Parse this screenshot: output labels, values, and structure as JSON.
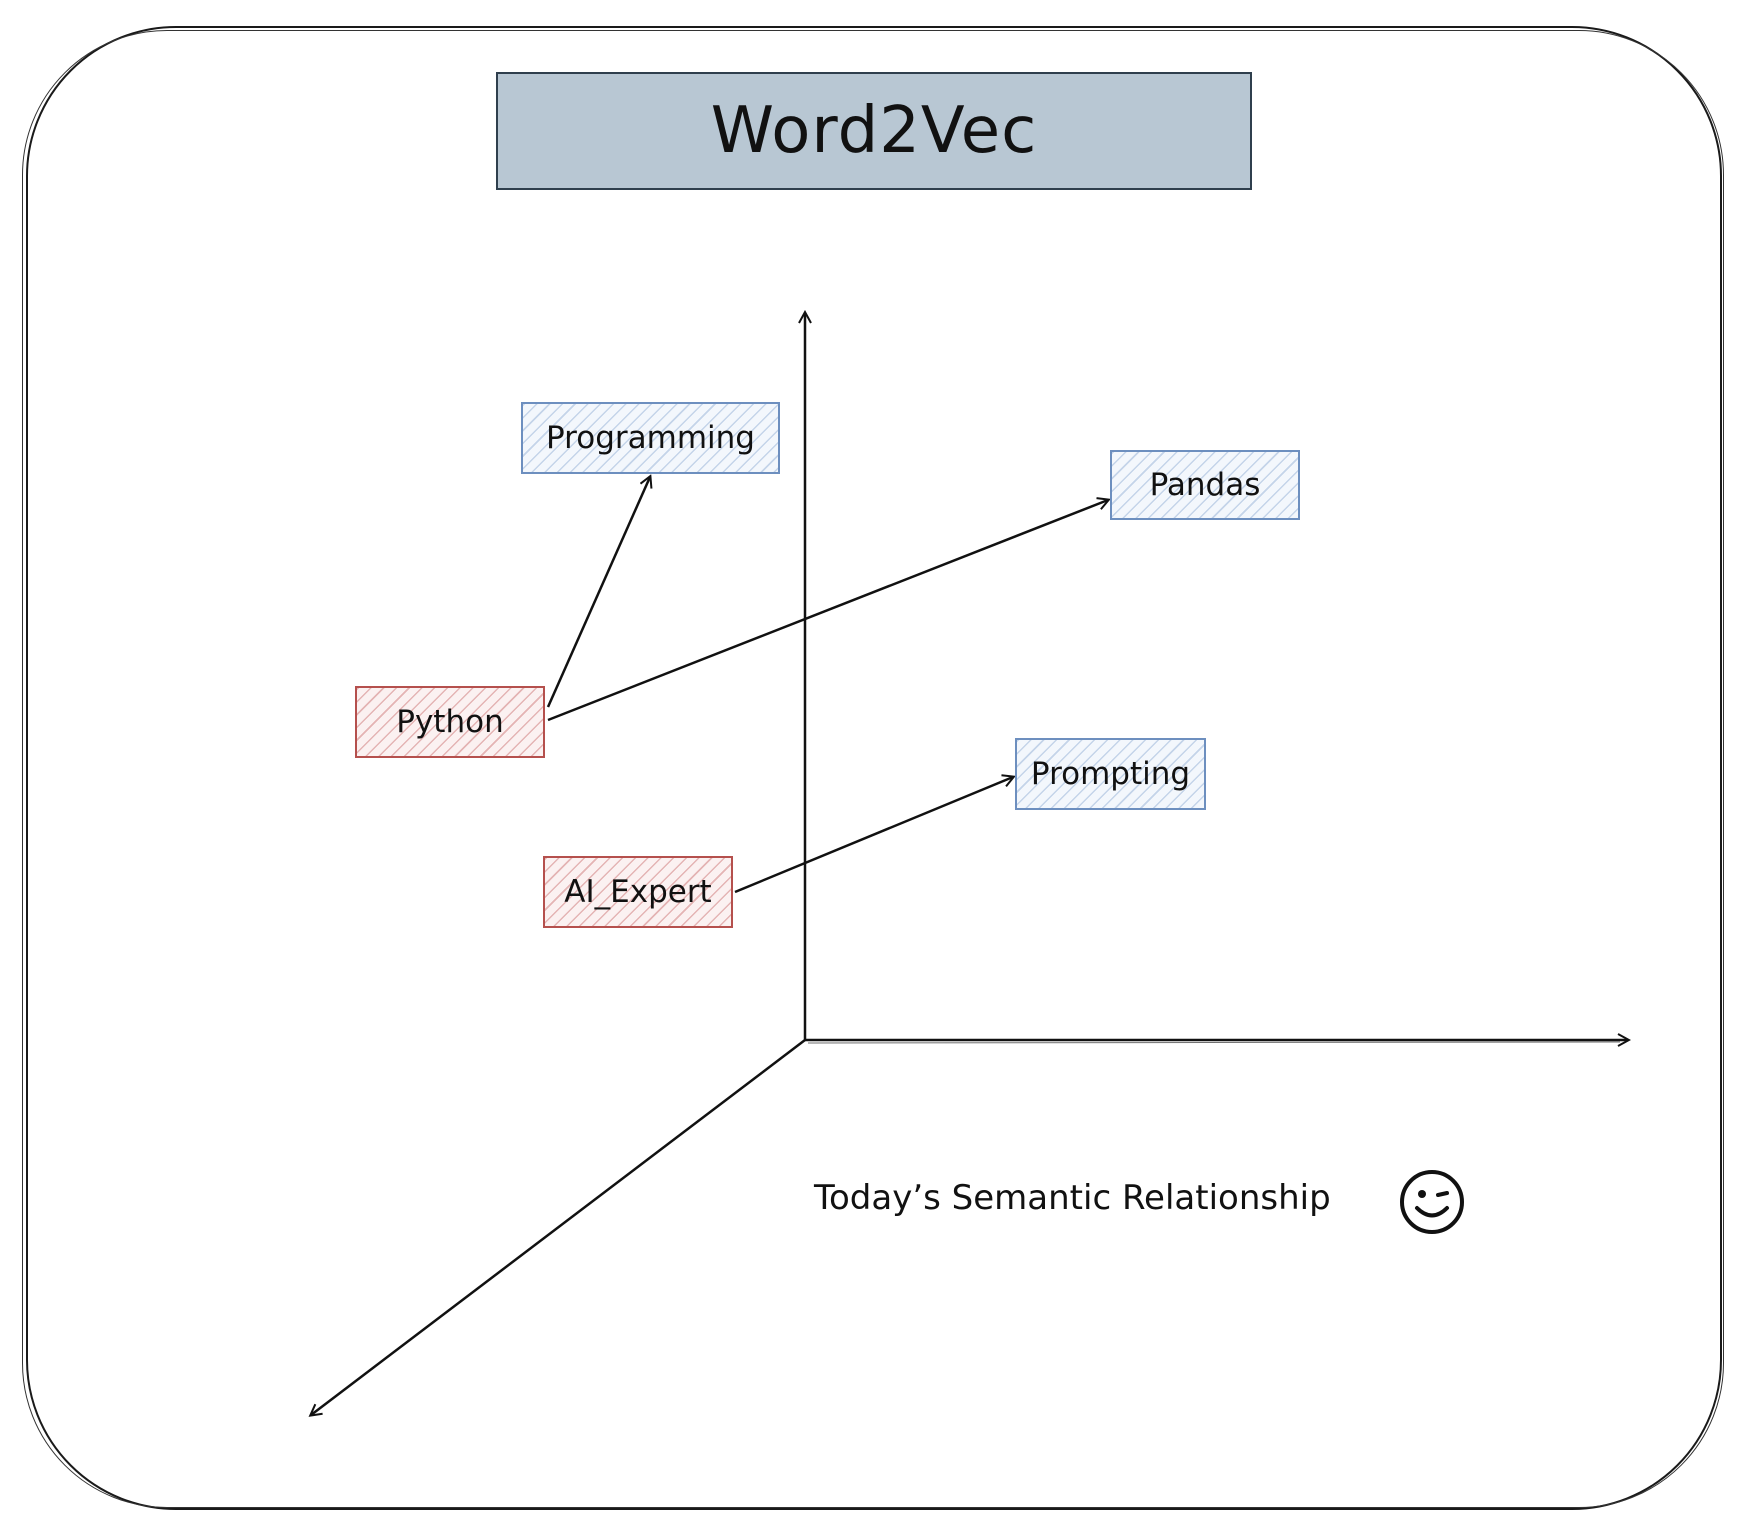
{
  "title": "Word2Vec",
  "words": {
    "programming": "Programming",
    "pandas": "Pandas",
    "python": "Python",
    "prompting": "Prompting",
    "ai_expert": "AI_Expert"
  },
  "caption": "Today’s Semantic Relationship",
  "icons": {
    "face": "winking-smiley-icon"
  },
  "colors": {
    "title_fill": "#b8c7d3",
    "target_word_border": "#6d8fbf",
    "source_word_border": "#b5504d"
  }
}
